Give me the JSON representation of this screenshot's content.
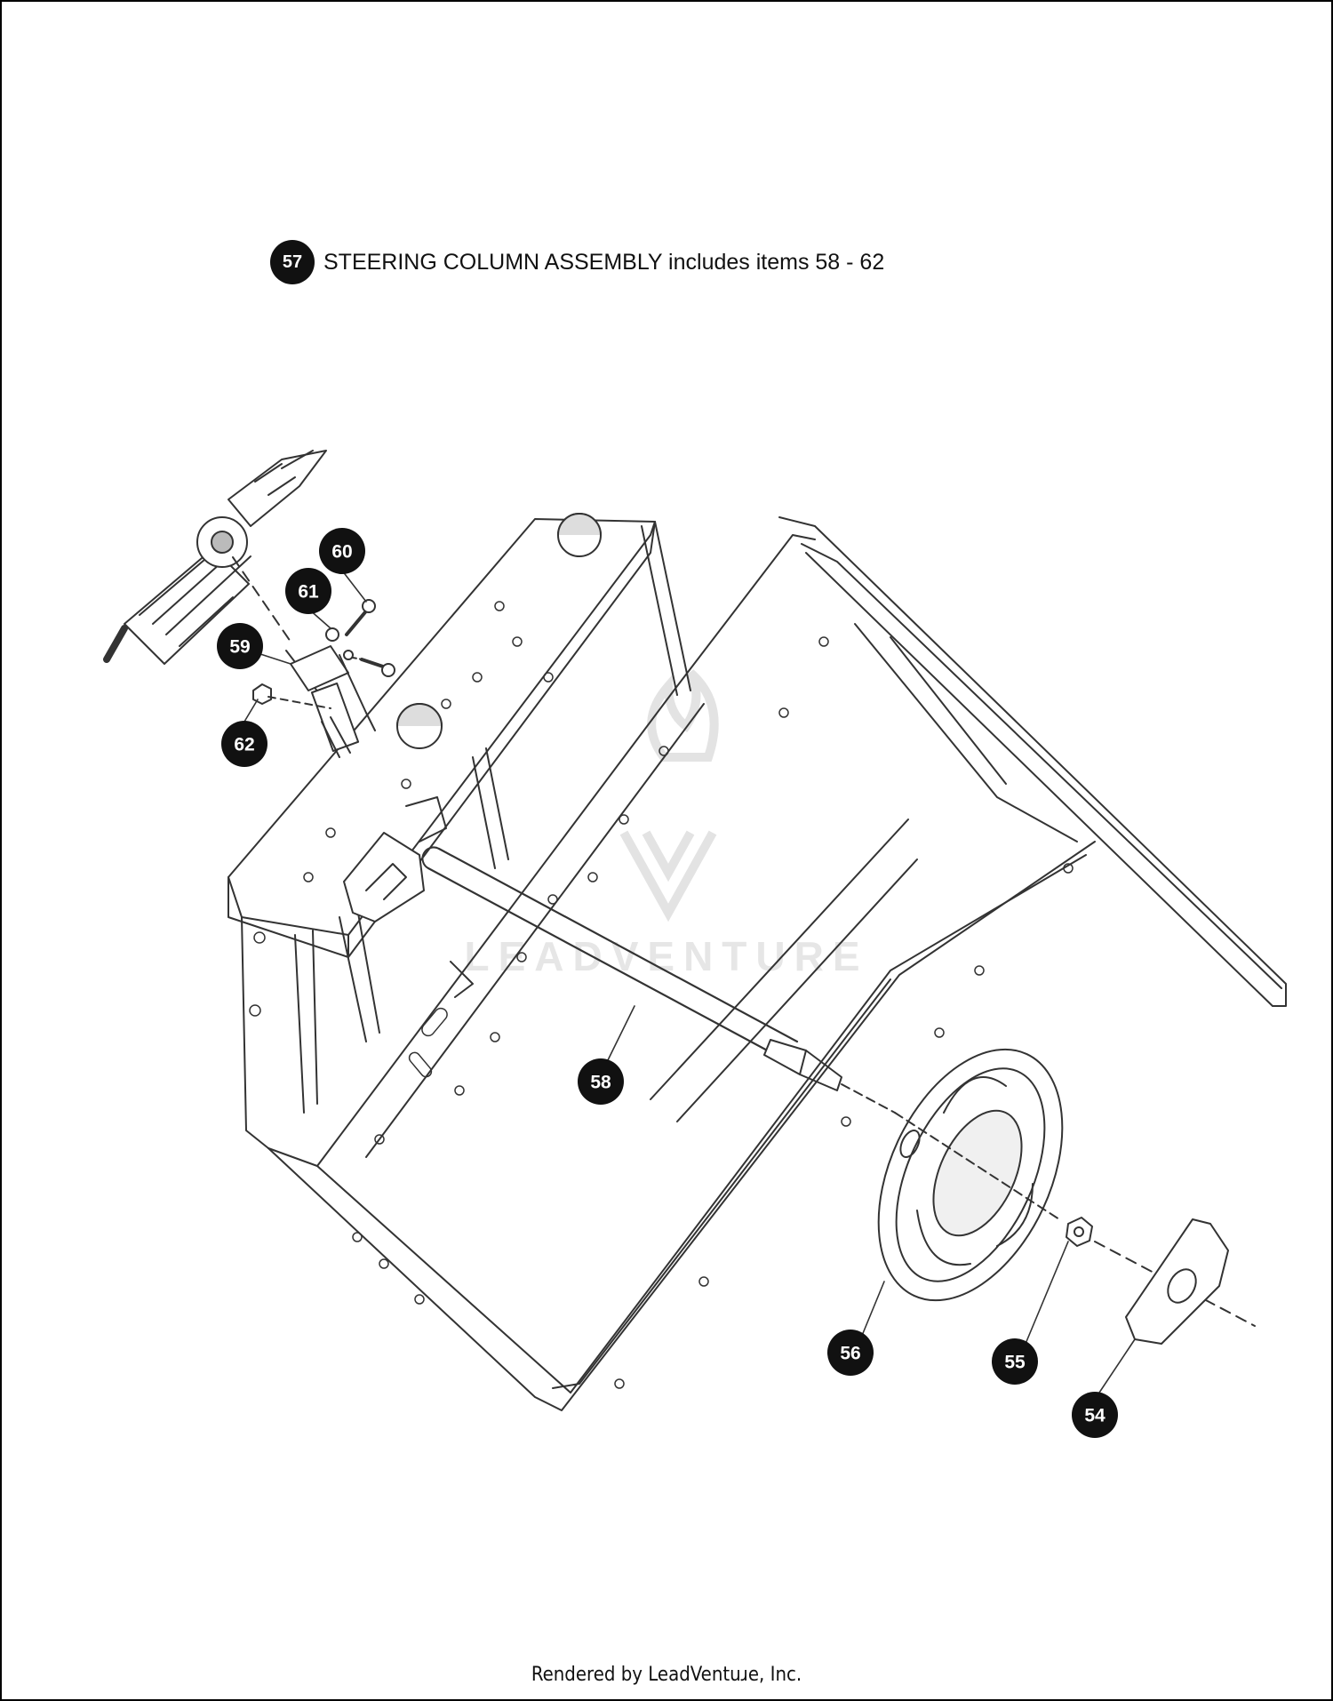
{
  "header": {
    "callout_number": "57",
    "callout_text": "STEERING COLUMN ASSEMBLY includes items 58 - 62"
  },
  "callouts": [
    "54",
    "55",
    "56",
    "58",
    "59",
    "60",
    "61",
    "62"
  ],
  "watermark": {
    "text": "LEADVENTURE"
  },
  "footer": {
    "text": "Rendered by LeadVentuɹe, Inc."
  },
  "colors": {
    "line": "#333333",
    "badge": "#111111",
    "watermark": "#e6e6e6"
  }
}
